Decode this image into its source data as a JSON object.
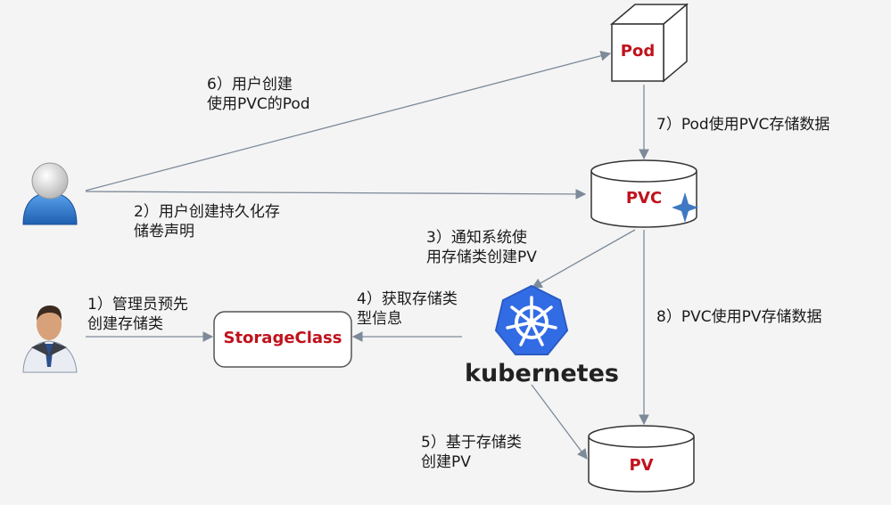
{
  "nodes": {
    "pod": "Pod",
    "pvc": "PVC",
    "pv": "PV",
    "storageclass": "StorageClass",
    "kubernetes": "kubernetes"
  },
  "steps": {
    "s1": [
      "1）管理员预先",
      "创建存储类"
    ],
    "s2": [
      "2）用户创建持久化存",
      "储卷声明"
    ],
    "s3": [
      "3）通知系统使",
      "用存储类创建PV"
    ],
    "s4": [
      "4）获取存储类",
      "型信息"
    ],
    "s5": [
      "5）基于存储类",
      "创建PV"
    ],
    "s6": [
      "6）用户创建",
      "使用PVC的Pod"
    ],
    "s7": [
      "7）Pod使用PVC存储数据"
    ],
    "s8": [
      "8）PVC使用PV存储数据"
    ]
  },
  "colors": {
    "node_text": "#c0121c",
    "k8s_blue": "#326ce5",
    "user_blue": "#2f7fd8",
    "line": "#7d8a99"
  },
  "icons": {
    "user": "user-icon",
    "admin": "admin-icon",
    "k8s": "kubernetes-helm-icon"
  }
}
